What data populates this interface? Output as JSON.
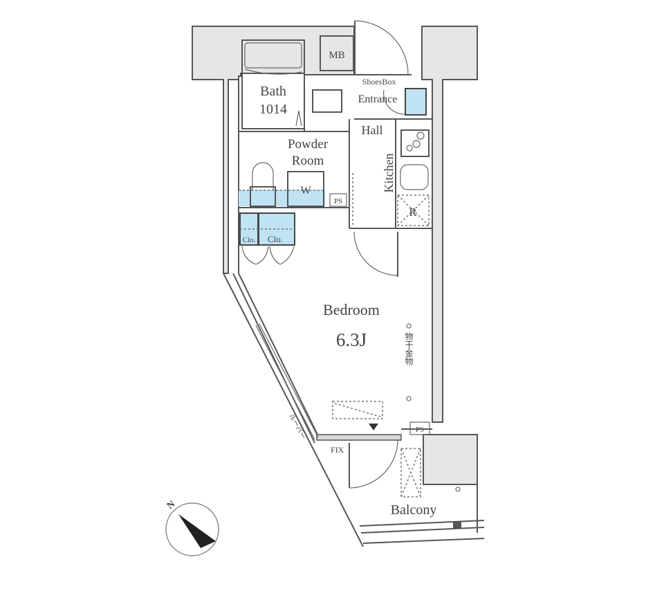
{
  "floorplan": {
    "rooms": {
      "bath": {
        "name": "Bath",
        "size": "1014"
      },
      "mb": {
        "name": "MB"
      },
      "shoes_box": {
        "name": "ShoesBox"
      },
      "entrance": {
        "name": "Entrance"
      },
      "hall": {
        "name": "Hall"
      },
      "powder_room": {
        "name_line1": "Powder",
        "name_line2": "Room"
      },
      "washer": {
        "name": "W"
      },
      "ps_upper": {
        "name": "PS"
      },
      "kitchen": {
        "name": "Kitchen"
      },
      "refrigerator": {
        "name": "R"
      },
      "closet_left": {
        "name": "Clo."
      },
      "closet_right": {
        "name": "Clo."
      },
      "bedroom": {
        "name": "Bedroom",
        "size": "6.3J"
      },
      "drying_hardware": {
        "name": "物干金物"
      },
      "ps_lower": {
        "name": "PS"
      },
      "fix_window": {
        "name": "FIX"
      },
      "louver": {
        "name": "ルーバー"
      },
      "balcony": {
        "name": "Balcony"
      }
    },
    "compass": {
      "label": "N"
    },
    "colors": {
      "wall_fill": "#e6e6e6",
      "wall_stroke": "#555555",
      "wet_area_blue": "#bfe3f2",
      "text": "#444444"
    }
  }
}
